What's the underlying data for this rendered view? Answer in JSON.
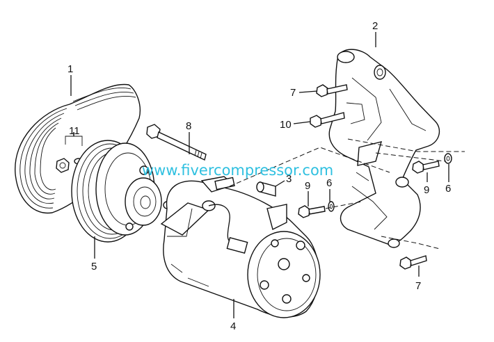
{
  "watermark": "www.fivercompressor.com",
  "callouts": {
    "c1": "1",
    "c2": "2",
    "c3": "3",
    "c4": "4",
    "c5": "5",
    "c6a": "6",
    "c6b": "6",
    "c7a": "7",
    "c7b": "7",
    "c8": "8",
    "c9a": "9",
    "c9b": "9",
    "c10": "10",
    "c11": "11"
  }
}
